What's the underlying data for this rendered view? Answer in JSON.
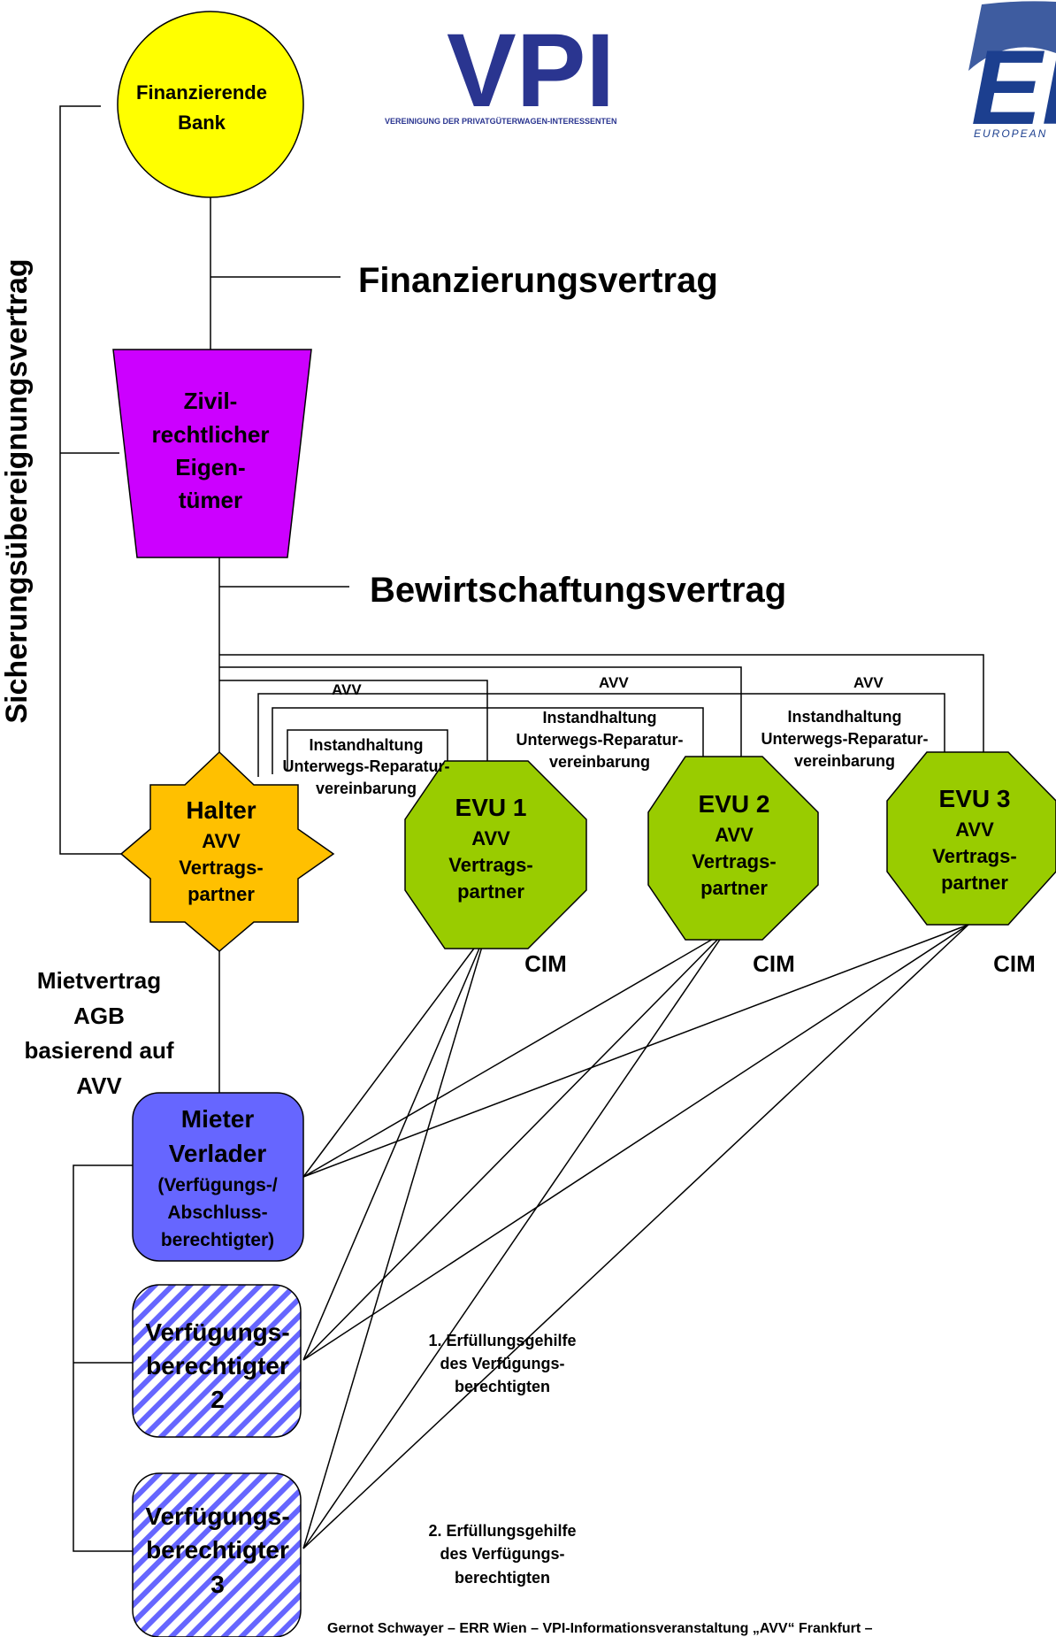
{
  "logos": {
    "vpi_main": "VPI",
    "vpi_subtitle": "VEREINIGUNG DER PRIVATGÜTERWAGEN-INTERESSENTEN",
    "erfa_main": "EF",
    "erfa_subtitle": "EUROPEAN"
  },
  "side_label": "Sicherungsübereignungsvertrag",
  "nodes": {
    "bank": [
      "Finanzierende",
      "Bank"
    ],
    "owner": [
      "Zivil-",
      "rechtlicher",
      "Eigen-",
      "tümer"
    ],
    "halter": [
      "Halter",
      "AVV",
      "Vertrags-",
      "partner"
    ],
    "evu1": [
      "EVU 1",
      "AVV",
      "Vertrags-",
      "partner"
    ],
    "evu2": [
      "EVU 2",
      "AVV",
      "Vertrags-",
      "partner"
    ],
    "evu3": [
      "EVU 3",
      "AVV",
      "Vertrags-",
      "partner"
    ],
    "mieter": [
      "Mieter",
      "Verlader",
      "(Verfügungs-/",
      "Abschluss-",
      "berechtigter)"
    ],
    "vb2": [
      "Verfügungs-",
      "berechtigter",
      "2"
    ],
    "vb3": [
      "Verfügungs-",
      "berechtigter",
      "3"
    ]
  },
  "contracts": {
    "finanzierung": "Finanzierungsvertrag",
    "bewirtschaftung": "Bewirtschaftungsvertrag",
    "avv": "AVV",
    "instandhaltung": [
      "Instandhaltung",
      "Unterwegs-Reparatur-",
      "vereinbarung"
    ],
    "cim": "CIM",
    "mietvertrag": [
      "Mietvertrag",
      "AGB",
      "basierend auf",
      "AVV"
    ]
  },
  "helpers": {
    "first": [
      "1. Erfüllungsgehilfe",
      "des Verfügungs-",
      "berechtigten"
    ],
    "second": [
      "2. Erfüllungsgehilfe",
      "des Verfügungs-",
      "berechtigten"
    ]
  },
  "footer": "Gernot Schwayer – ERR Wien – VPI-Informationsveranstaltung „AVV“ Frankfurt –",
  "colors": {
    "bank": "#ffff00",
    "owner": "#cc00ff",
    "halter": "#ffc000",
    "evu": "#99cc00",
    "mieter": "#6666ff",
    "hatch": "#6666ff",
    "vpi": "#2a3590",
    "erfa": "#1c3f8f"
  }
}
